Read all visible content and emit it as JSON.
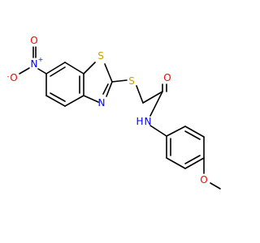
{
  "molecule": {
    "atoms": {
      "nitro_o_top": {
        "symbol": "O",
        "charge": "",
        "color": "#ff0000"
      },
      "nitro_o_left": {
        "symbol": "O",
        "charge": "-",
        "color": "#ff0000"
      },
      "nitro_n": {
        "symbol": "N",
        "charge": "+",
        "color": "#0000ff"
      },
      "thiazole_s": {
        "symbol": "S",
        "charge": "",
        "color": "#c8a000"
      },
      "thiazole_n": {
        "symbol": "N",
        "charge": "",
        "color": "#0000ff"
      },
      "thioether_s": {
        "symbol": "S",
        "charge": "",
        "color": "#c8a000"
      },
      "carbonyl_o": {
        "symbol": "O",
        "charge": "",
        "color": "#ff0000"
      },
      "amide_n": {
        "symbol": "N",
        "charge": "",
        "color": "#0000ff"
      },
      "amide_h": {
        "symbol": "H",
        "charge": "",
        "color": "#0000ff"
      },
      "methoxy_o": {
        "symbol": "O",
        "charge": "",
        "color": "#ff0000"
      }
    },
    "bond_color": "#000000",
    "background": "#ffffff"
  }
}
